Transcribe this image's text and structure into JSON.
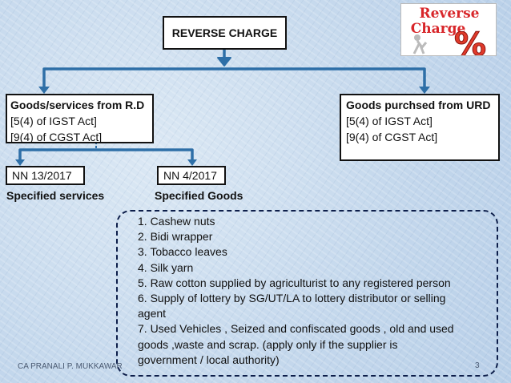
{
  "title": "REVERSE CHARGE",
  "logo": {
    "line1": "Reverse",
    "line2": "Charge",
    "symbol": "%"
  },
  "left_box": {
    "heading": "Goods/services from R.D",
    "lines": [
      "[5(4) of IGST Act]",
      "[9(4) of CGST Act]"
    ]
  },
  "right_box": {
    "heading": "Goods purchsed from URD",
    "lines": [
      "[5(4) of IGST Act]",
      "[9(4) of CGST Act]"
    ]
  },
  "notifications": [
    {
      "code": "NN 13/2017",
      "label": "Specified services"
    },
    {
      "code": "NN 4/2017",
      "label": "Specified Goods"
    }
  ],
  "goods_list": [
    "1. Cashew nuts",
    "2. Bidi wrapper",
    "3. Tobacco leaves",
    "4. Silk yarn",
    "5. Raw cotton supplied by agriculturist to any registered person",
    "6. Supply of lottery by SG/UT/LA to lottery distributor or selling",
    "agent",
    "7. Used Vehicles , Seized and confiscated goods , old and used",
    "goods  ,waste and scrap. (apply only if the supplier is",
    "government / local authority)"
  ],
  "footer": "CA PRANALI P. MUKKAWAR",
  "page_number": "3",
  "colors": {
    "connector": "#2e6fa7",
    "box_border": "#111111",
    "logo_text": "#d8262a",
    "logo_symbol": "#e03a2a"
  }
}
